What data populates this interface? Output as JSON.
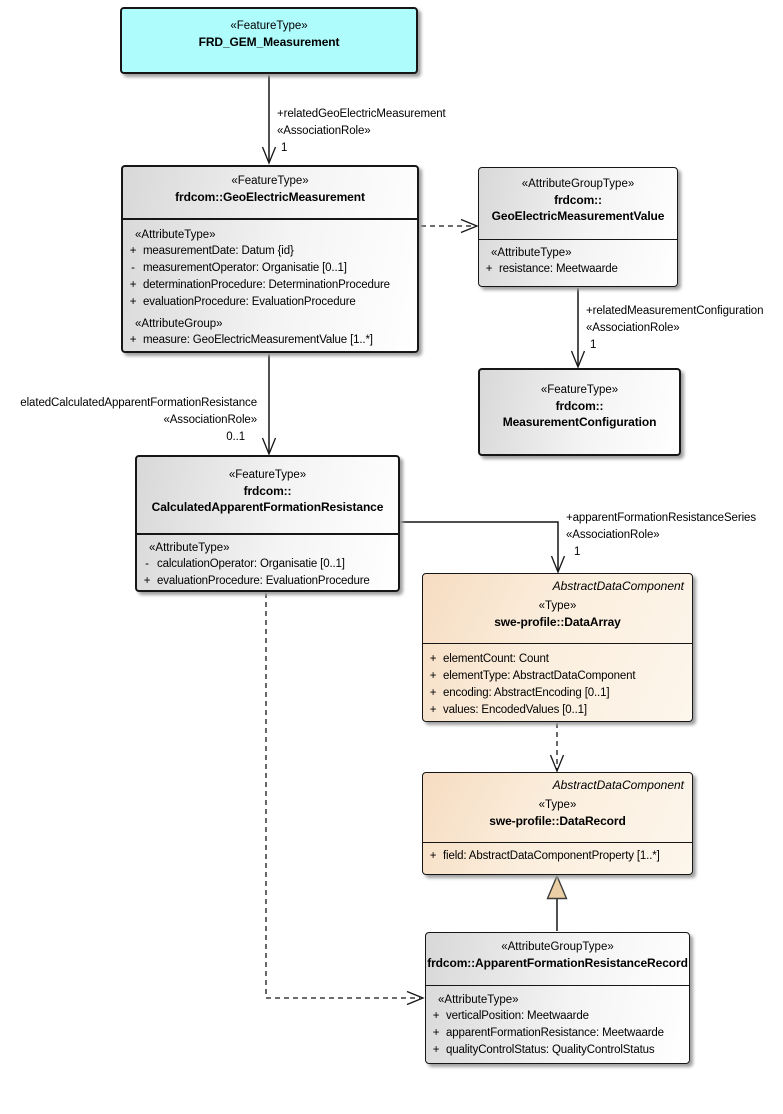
{
  "colors": {
    "feature_type_fill_cyan": "#aefcfc",
    "class_fill_gray_gradient_start": "#d8d8d8",
    "abstract_fill_peach_gradient_start": "#f6dcc1",
    "generalization_triangle_fill": "#e9cfa3",
    "border_color": "#161616",
    "shadow_color": "#9f9f9f"
  },
  "classes": {
    "frd_gem_measurement": {
      "stereotype": "«FeatureType»",
      "name": "FRD_GEM_Measurement"
    },
    "geo_electric_measurement": {
      "stereotype": "«FeatureType»",
      "name": "frdcom::GeoElectricMeasurement",
      "attr_type_header": "«AttributeType»",
      "attributes": [
        {
          "vis": "+",
          "text": "measurementDate: Datum {id}"
        },
        {
          "vis": "-",
          "text": "measurementOperator: Organisatie [0..1]"
        },
        {
          "vis": "+",
          "text": "determinationProcedure: DeterminationProcedure"
        },
        {
          "vis": "+",
          "text": "evaluationProcedure: EvaluationProcedure"
        }
      ],
      "attr_group_header": "«AttributeGroup»",
      "group_attributes": [
        {
          "vis": "+",
          "text": "measure: GeoElectricMeasurementValue [1..*]"
        }
      ]
    },
    "geo_electric_measurement_value": {
      "stereotype": "«AttributeGroupType»",
      "name_line1": "frdcom::",
      "name_line2": "GeoElectricMeasurementValue",
      "attr_type_header": "«AttributeType»",
      "attributes": [
        {
          "vis": "+",
          "text": "resistance: Meetwaarde"
        }
      ]
    },
    "measurement_configuration": {
      "stereotype": "«FeatureType»",
      "name_line1": "frdcom::",
      "name_line2": "MeasurementConfiguration"
    },
    "calculated_apparent_formation_resistance": {
      "stereotype": "«FeatureType»",
      "name_line1": "frdcom::",
      "name_line2": "CalculatedApparentFormationResistance",
      "attr_type_header": "«AttributeType»",
      "attributes": [
        {
          "vis": "-",
          "text": "calculationOperator: Organisatie [0..1]"
        },
        {
          "vis": "+",
          "text": "evaluationProcedure: EvaluationProcedure"
        }
      ]
    },
    "data_array": {
      "parent": "AbstractDataComponent",
      "stereotype": "«Type»",
      "name": "swe-profile::DataArray",
      "attributes": [
        {
          "vis": "+",
          "text": "elementCount: Count"
        },
        {
          "vis": "+",
          "text": "elementType: AbstractDataComponent"
        },
        {
          "vis": "+",
          "text": "encoding: AbstractEncoding [0..1]"
        },
        {
          "vis": "+",
          "text": "values: EncodedValues [0..1]"
        }
      ]
    },
    "data_record": {
      "parent": "AbstractDataComponent",
      "stereotype": "«Type»",
      "name": "swe-profile::DataRecord",
      "attributes": [
        {
          "vis": "+",
          "text": "field: AbstractDataComponentProperty [1..*]"
        }
      ]
    },
    "apparent_formation_resistance_record": {
      "stereotype": "«AttributeGroupType»",
      "name": "frdcom::ApparentFormationResistanceRecord",
      "attr_type_header": "«AttributeType»",
      "attributes": [
        {
          "vis": "+",
          "text": "verticalPosition: Meetwaarde"
        },
        {
          "vis": "+",
          "text": "apparentFormationResistance: Meetwaarde"
        },
        {
          "vis": "+",
          "text": "qualityControlStatus: QualityControlStatus"
        }
      ]
    }
  },
  "connectors": {
    "related_geo_electric_measurement": {
      "role": "+relatedGeoElectricMeasurement",
      "stereotype": "«AssociationRole»",
      "multiplicity": "1"
    },
    "related_measurement_configuration": {
      "role": "+relatedMeasurementConfiguration",
      "stereotype": "«AssociationRole»",
      "multiplicity": "1"
    },
    "related_calculated_apparent_formation_resistance": {
      "role": "elatedCalculatedApparentFormationResistance",
      "stereotype": "«AssociationRole»",
      "multiplicity": "0..1"
    },
    "apparent_formation_resistance_series": {
      "role": "+apparentFormationResistanceSeries",
      "stereotype": "«AssociationRole»",
      "multiplicity": "1"
    }
  }
}
